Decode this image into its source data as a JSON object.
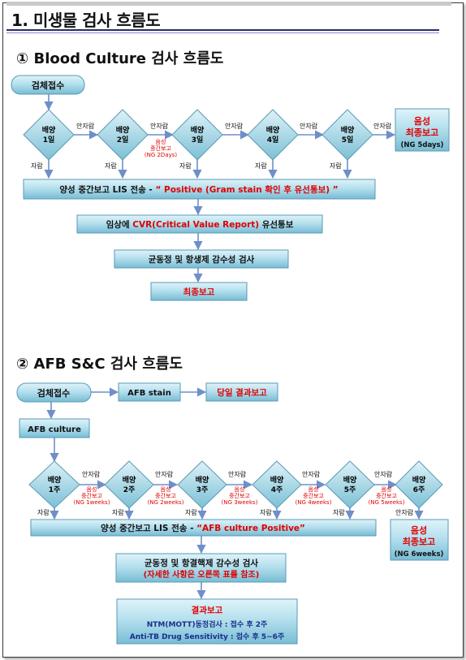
{
  "header": {
    "title": "1. 미생물 검사 흐름도"
  },
  "blood": {
    "title": "① Blood Culture 검사 흐름도",
    "start": "검체접수",
    "days": [
      [
        "배양",
        "1일"
      ],
      [
        "배양",
        "2일"
      ],
      [
        "배양",
        "3일"
      ],
      [
        "배양",
        "4일"
      ],
      [
        "배양",
        "5일"
      ]
    ],
    "no_growth": "안자람",
    "growth": "자람",
    "interim": [
      "음성",
      "중간보고",
      "(NG 2Days)"
    ],
    "final_box": [
      "음성",
      "최종보고",
      "(NG 5days)"
    ],
    "positive_bar": {
      "a": "양성 중간보고 LIS 전송 - ",
      "b": "“ Positive (Gram stain 확인 후 유선통보) ”"
    },
    "cvr_bar": {
      "a": "임상에 ",
      "b": "CVR(Critical Value Report)",
      "c": " 유선통보"
    },
    "id_bar": "균동정 및 항생제 감수성 검사",
    "final_bar": "최종보고"
  },
  "afb": {
    "title": "② AFB S&C 검사 흐름도",
    "start": "검체접수",
    "stain": "AFB stain",
    "same_day": "당일 결과보고",
    "culture": "AFB culture",
    "weeks": [
      [
        "배양",
        "1주"
      ],
      [
        "배양",
        "2주"
      ],
      [
        "배양",
        "3주"
      ],
      [
        "배양",
        "4주"
      ],
      [
        "배양",
        "5주"
      ],
      [
        "배양",
        "6주"
      ]
    ],
    "no_growth": "안자람",
    "growth": "자람",
    "interims": [
      [
        "음성",
        "중간보고",
        "(NG 1weeks)"
      ],
      [
        "음성",
        "중간보고",
        "(NG 2weeks)"
      ],
      [
        "음성",
        "중간보고",
        "(NG 3weeks)"
      ],
      [
        "음성",
        "중간보고",
        "(NG 4weeks)"
      ],
      [
        "음성",
        "중간보고",
        "(NG 5weeks)"
      ]
    ],
    "final_box": [
      "음성",
      "최종보고",
      "(NG 6weeks)"
    ],
    "positive_bar": {
      "a": "양성 중간보고 LIS 전송 - ",
      "b": "“AFB culture Positive”"
    },
    "id_bar": [
      "균동정 및 항결핵제 감수성 검사",
      "(자세한 사항은 오른쪽 표를 참조)"
    ],
    "result": [
      "결과보고",
      "NTM(MOTT)동정검사 : 접수 후 2주",
      "Anti-TB Drug Sensitivity : 접수 후 5~6주"
    ]
  },
  "colors": {
    "box_top": "#d4eef6",
    "box_bottom": "#7ec2d8",
    "arrow": "#6f8fc8",
    "red": "#e00000",
    "navy": "#1a2e8c"
  }
}
